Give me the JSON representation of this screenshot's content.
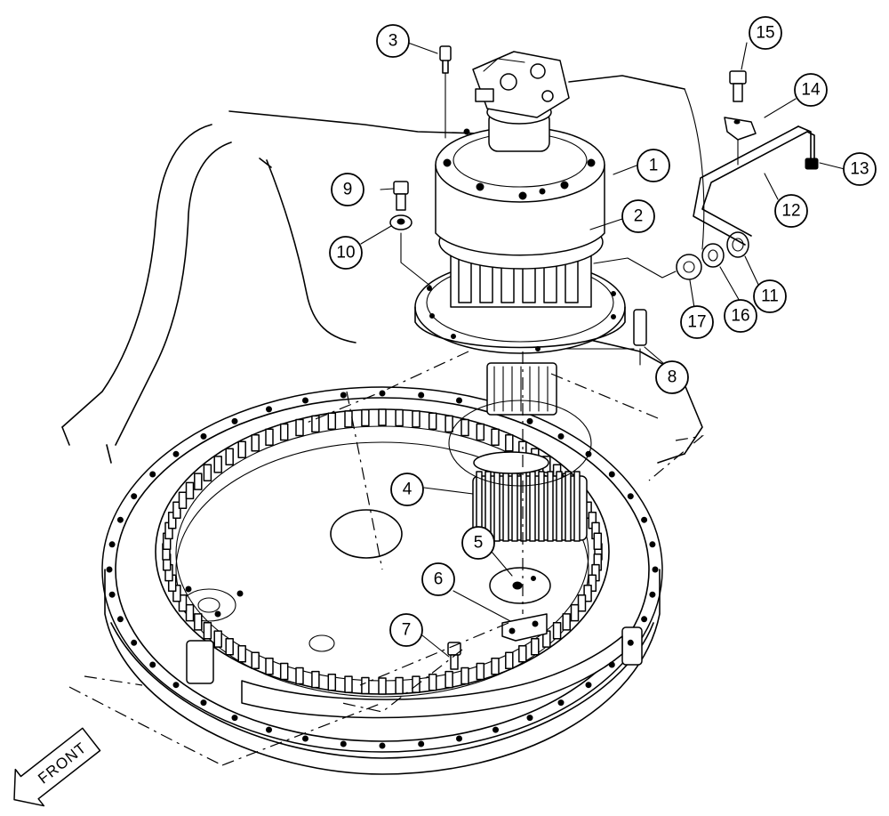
{
  "callouts": [
    "1",
    "2",
    "3",
    "4",
    "5",
    "6",
    "7",
    "8",
    "9",
    "10",
    "11",
    "12",
    "13",
    "14",
    "15",
    "16",
    "17"
  ],
  "front_label": "FRONT"
}
